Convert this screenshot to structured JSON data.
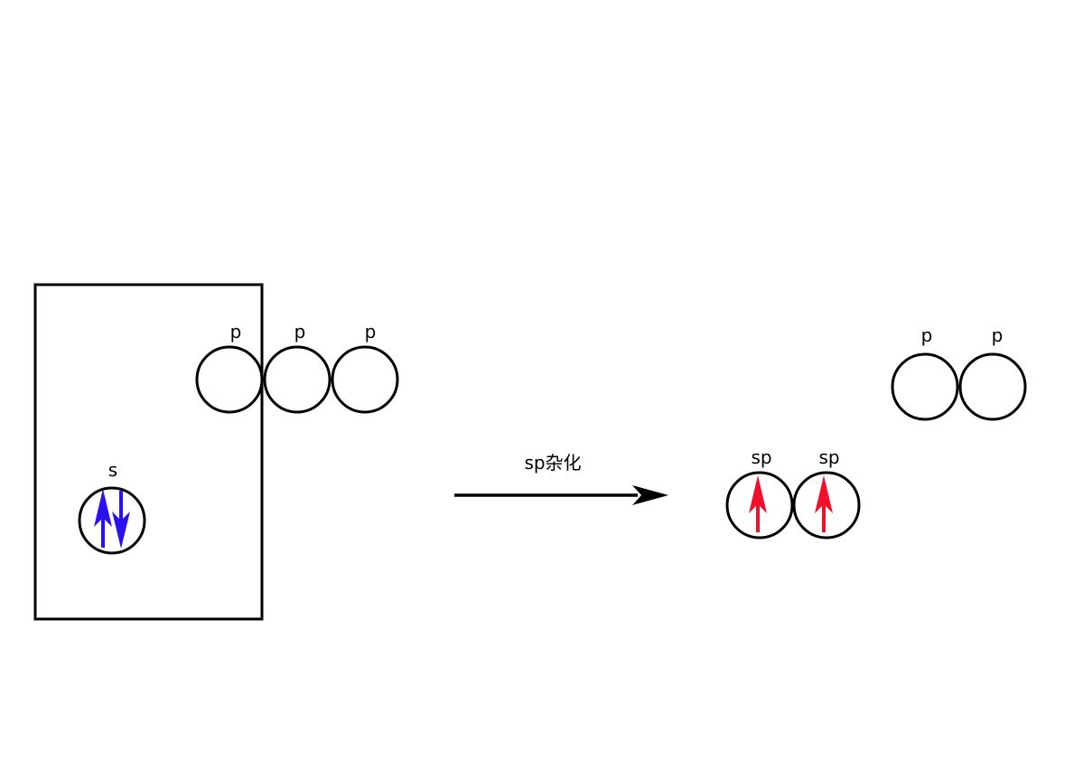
{
  "diagram": {
    "left": {
      "p_orbitals": [
        {
          "label": "p"
        },
        {
          "label": "p"
        },
        {
          "label": "p"
        }
      ],
      "s_orbital": {
        "label": "s",
        "electrons": "paired",
        "arrow_color": "#2a12f0"
      }
    },
    "reaction": {
      "label": "sp杂化"
    },
    "right": {
      "p_orbitals": [
        {
          "label": "p"
        },
        {
          "label": "p"
        }
      ],
      "sp_orbitals": [
        {
          "label": "sp",
          "electrons": "single-up"
        },
        {
          "label": "sp",
          "electrons": "single-up"
        }
      ],
      "arrow_color": "#f0102c"
    }
  }
}
